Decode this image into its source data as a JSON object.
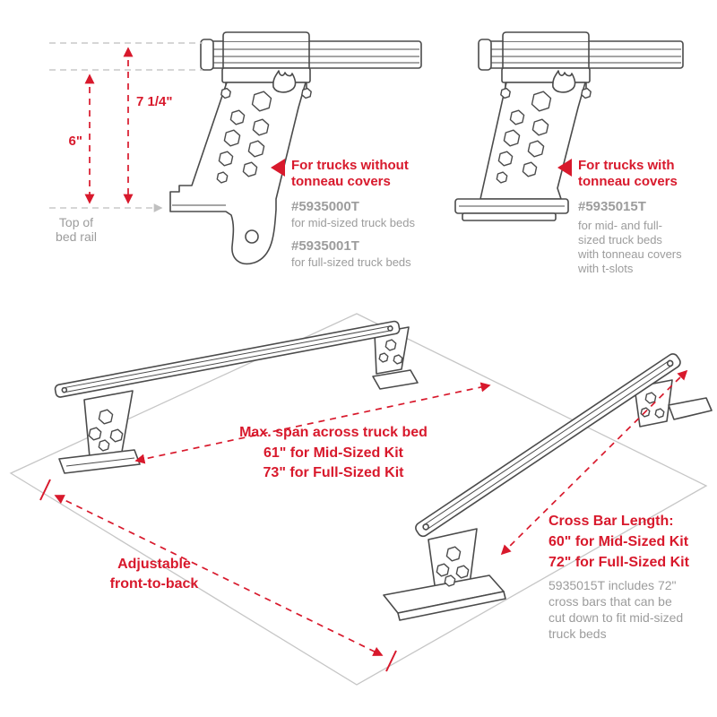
{
  "colors": {
    "red": "#d8192c",
    "gray_text": "#9c9c9c",
    "line": "#4b4b4b",
    "guide": "#c9c9c9"
  },
  "top_left": {
    "dim_total": "7 1/4\"",
    "dim_lower": "6\"",
    "rail_label_1": "Top of",
    "rail_label_2": "bed rail",
    "heading_1": "For trucks without",
    "heading_2": "tonneau covers",
    "part_a": "#5935000T",
    "part_a_desc": "for mid-sized truck beds",
    "part_b": "#5935001T",
    "part_b_desc": "for full-sized truck beds"
  },
  "top_right": {
    "heading_1": "For trucks with",
    "heading_2": "tonneau covers",
    "part": "#5935015T",
    "desc_1": "for mid- and full-",
    "desc_2": "sized truck beds",
    "desc_3": "with tonneau covers",
    "desc_4": "with t-slots"
  },
  "bottom": {
    "span_1": "Max. span across truck bed",
    "span_2": "61\" for Mid-Sized Kit",
    "span_3": "73\" for Full-Sized Kit",
    "adjust_1": "Adjustable",
    "adjust_2": "front-to-back",
    "length_title": "Cross Bar Length:",
    "length_1": "60\" for Mid-Sized Kit",
    "length_2": "72\" for Full-Sized Kit",
    "note_1": "5935015T includes 72\"",
    "note_2": "cross bars that can be",
    "note_3": "cut down to fit mid-sized",
    "note_4": "truck beds"
  }
}
